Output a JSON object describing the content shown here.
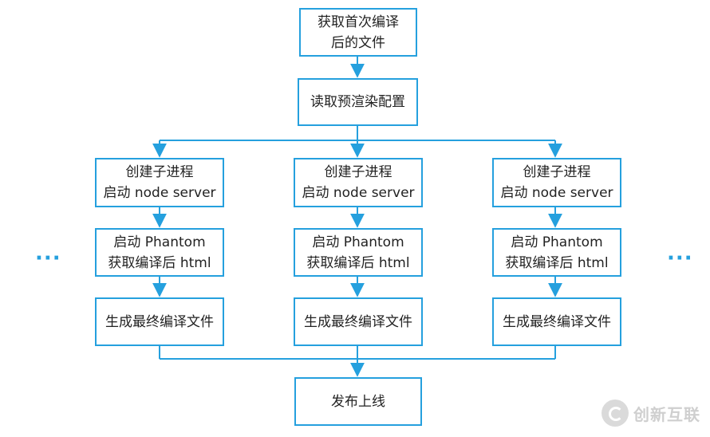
{
  "nodes": {
    "top": {
      "line1": "获取首次编译",
      "line2": "后的文件"
    },
    "config": {
      "label": "读取预渲染配置"
    },
    "columns": [
      {
        "spawn": {
          "line1": "创建子进程",
          "line2": "启动 node server"
        },
        "phantom": {
          "line1": "启动 Phantom",
          "line2": "获取编译后 html"
        },
        "generate": {
          "label": "生成最终编译文件"
        }
      },
      {
        "spawn": {
          "line1": "创建子进程",
          "line2": "启动 node server"
        },
        "phantom": {
          "line1": "启动 Phantom",
          "line2": "获取编译后 html"
        },
        "generate": {
          "label": "生成最终编译文件"
        }
      },
      {
        "spawn": {
          "line1": "创建子进程",
          "line2": "启动 node server"
        },
        "phantom": {
          "line1": "启动 Phantom",
          "line2": "获取编译后 html"
        },
        "generate": {
          "label": "生成最终编译文件"
        }
      }
    ],
    "publish": {
      "label": "发布上线"
    }
  },
  "ellipsis": "···",
  "watermark": {
    "text": "创新互联"
  },
  "colors": {
    "accent": "#25a0de"
  }
}
